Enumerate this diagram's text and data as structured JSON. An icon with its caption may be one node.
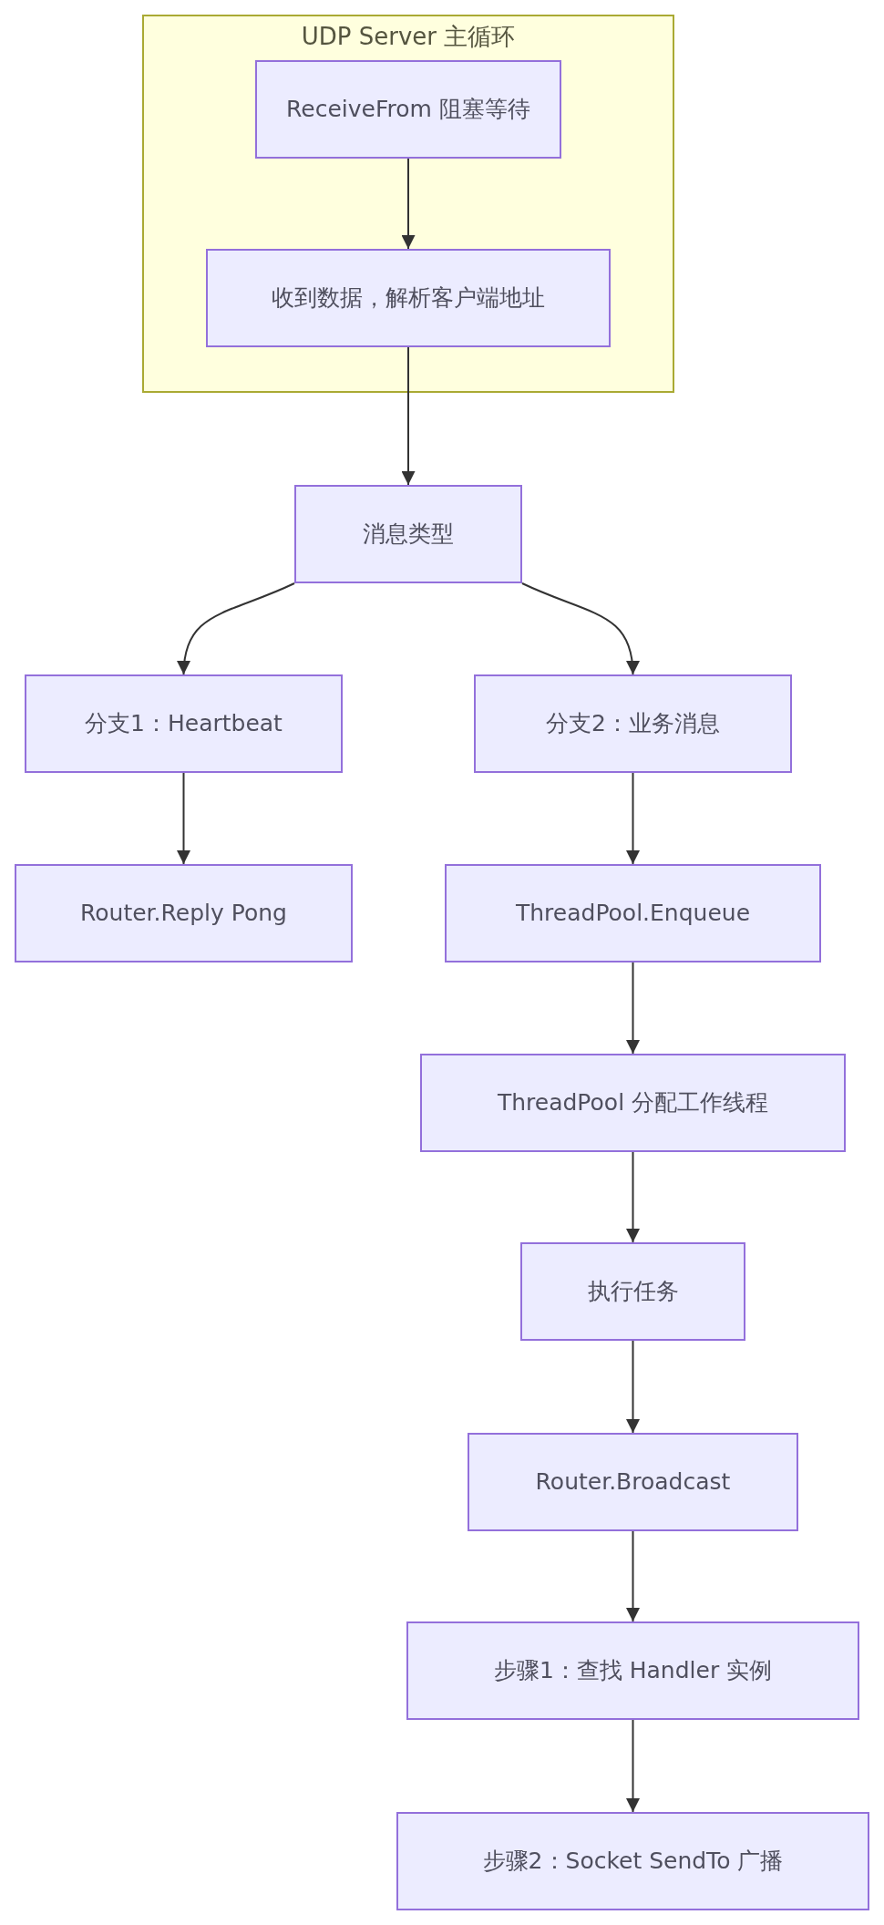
{
  "diagram": {
    "nodes": [
      {
        "text": [
          "UDP Server 主循环"
        ]
      },
      {
        "text": [
          "ReceiveFrom 阻塞等待"
        ],
        "in": 0
      },
      {
        "text": [
          "收到数据，解析客户端地址"
        ],
        "in": 0
      },
      {
        "text": [
          "消息类型"
        ]
      },
      {
        "text": [
          "分支1：Heartbeat"
        ]
      },
      {
        "text": [
          "Router.Reply Pong"
        ]
      },
      {
        "text": [
          "分支2：业务消息"
        ]
      },
      {
        "text": [
          "ThreadPool.Enqueue"
        ]
      },
      {
        "text": [
          "ThreadPool 分配工作线程"
        ]
      },
      {
        "text": [
          "执行任务"
        ]
      },
      {
        "text": [
          "Router.Broadcast"
        ]
      },
      {
        "text": [
          "步骤1：查找 Handler 实例"
        ]
      },
      {
        "text": [
          "步骤2：Socket SendTo 广播"
        ]
      }
    ],
    "edges": [
      {
        "from": 1,
        "to": 2,
        "arrow": "to"
      },
      {
        "from": 2,
        "to": 3,
        "arrow": "to"
      },
      {
        "from": 3,
        "to": 4,
        "arrow": "to"
      },
      {
        "from": 4,
        "to": 5,
        "arrow": "to"
      },
      {
        "from": 3,
        "to": 6,
        "arrow": "to"
      },
      {
        "from": 6,
        "to": 7,
        "arrow": "to"
      },
      {
        "from": 7,
        "to": 8,
        "arrow": "to"
      },
      {
        "from": 8,
        "to": 9,
        "arrow": "to"
      },
      {
        "from": 9,
        "to": 10,
        "arrow": "to"
      },
      {
        "from": 10,
        "to": 11,
        "arrow": "to"
      },
      {
        "from": 11,
        "to": 12,
        "arrow": "to"
      }
    ]
  }
}
